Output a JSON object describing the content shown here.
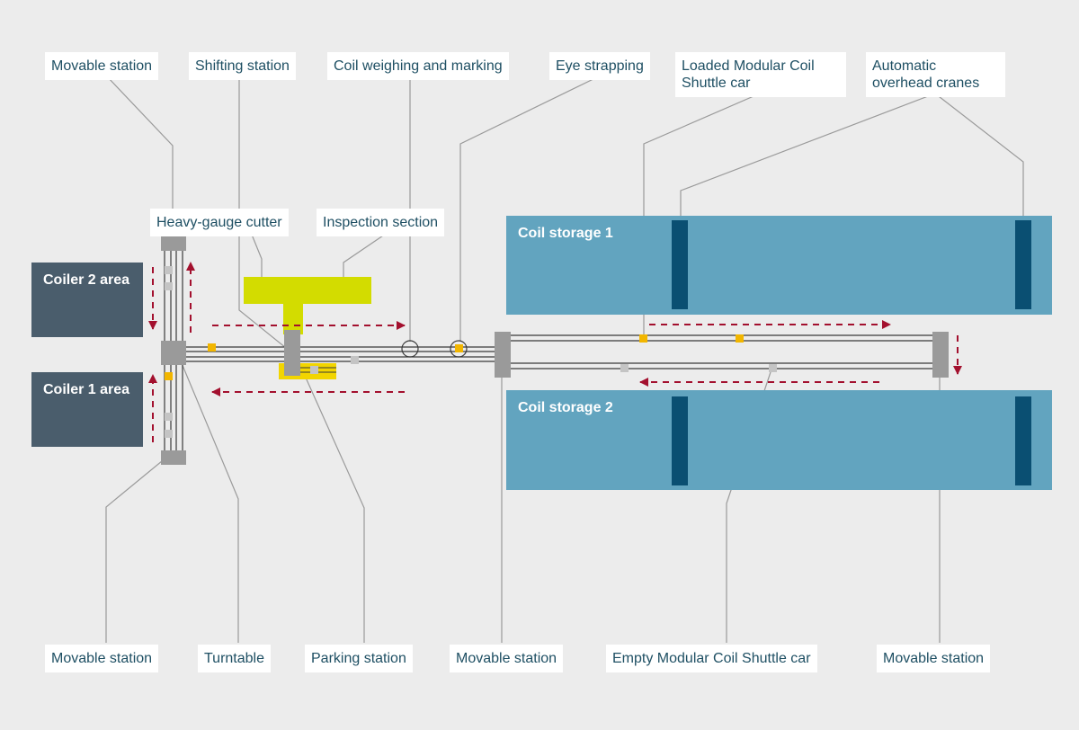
{
  "areas": {
    "coiler2": "Coiler 2 area",
    "coiler1": "Coiler 1 area",
    "storage1": "Coil storage 1",
    "storage2": "Coil storage 2"
  },
  "labels": {
    "movable_station_top": "Movable station",
    "shifting_station": "Shifting station",
    "coil_weighing": "Coil weighing and marking",
    "eye_strapping": "Eye strapping",
    "loaded_shuttle": "Loaded Modular Coil Shuttle car",
    "overhead_cranes": "Automatic overhead cranes",
    "heavy_gauge_cutter": "Heavy-gauge cutter",
    "inspection_section": "Inspection section",
    "movable_station_bottom_left": "Movable station",
    "turntable": "Turntable",
    "parking_station": "Parking station",
    "movable_station_bottom_mid": "Movable station",
    "empty_shuttle": "Empty Modular Coil Shuttle car",
    "movable_station_bottom_right": "Movable station"
  },
  "colors": {
    "background": "#ececec",
    "coiler_area": "#4a5d6c",
    "storage_area": "#62a4bf",
    "crane": "#0a4f72",
    "inspection": "#d3dc00",
    "station": "#9a9a9a",
    "loaded_car": "#f2b600",
    "empty_car": "#c4c4c4",
    "flow_arrow": "#a3102e",
    "leader_line": "#9a9a9a",
    "label_text": "#1e4f63"
  }
}
